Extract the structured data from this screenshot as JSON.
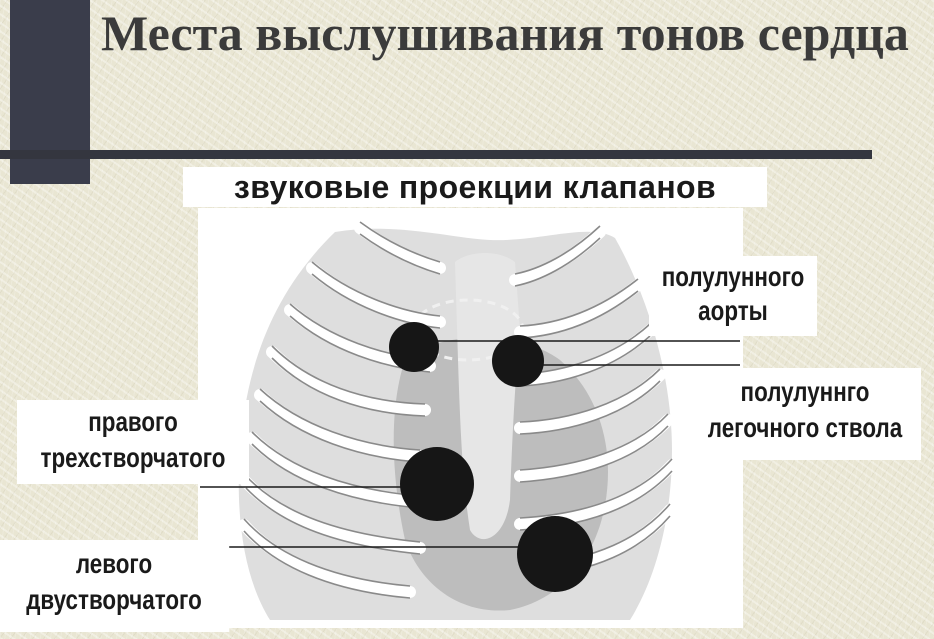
{
  "title": "Места выслушивания тонов сердца",
  "subtitle": "звуковые проекции клапанов",
  "labels": {
    "aortic": {
      "line1": "полулунного",
      "line2": "аорты"
    },
    "pulmonary": {
      "line1": "полулуннго",
      "line2": "легочного ствола"
    },
    "tricuspid": {
      "line1": "правого",
      "line2": "трехстворчатого"
    },
    "mitral": {
      "line1": "левого",
      "line2": "двустворчатого"
    }
  },
  "colors": {
    "background": "#e9e6d3",
    "accent_bar": "#34363f",
    "title_text": "#3b3b3b",
    "chest_fill": "#dcdcdc",
    "heart_fill": "#bcbcbc",
    "marker_fill": "#161616"
  }
}
